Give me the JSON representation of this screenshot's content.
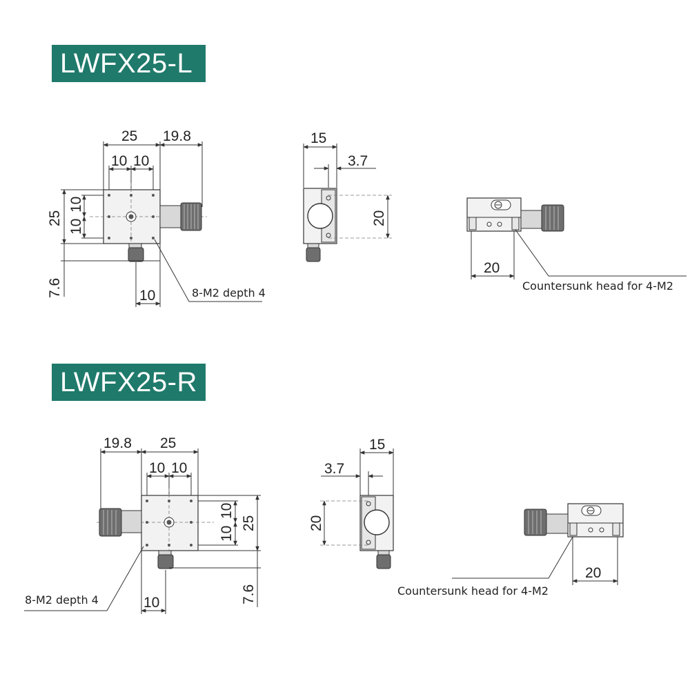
{
  "left_model": {
    "title": "LWFX25-L",
    "top_view": {
      "dim_25_width": "25",
      "dim_19_8": "19.8",
      "dim_10_a": "10",
      "dim_10_b": "10",
      "dim_25_height": "25",
      "dim_10_c": "10",
      "dim_10_d": "10",
      "dim_7_6": "7.6",
      "dim_10_bottom": "10",
      "hole_note": "8-M2 depth 4"
    },
    "side_view": {
      "dim_15": "15",
      "dim_3_7": "3.7",
      "dim_20": "20"
    },
    "front_view": {
      "dim_20": "20",
      "countersunk_note": "Countersunk head for 4-M2"
    }
  },
  "right_model": {
    "title": "LWFX25-R",
    "top_view": {
      "dim_19_8": "19.8",
      "dim_25_width": "25",
      "dim_10_a": "10",
      "dim_10_b": "10",
      "dim_10_c": "10",
      "dim_10_d": "10",
      "dim_25_height": "25",
      "dim_7_6": "7.6",
      "dim_10_bottom": "10",
      "hole_note": "8-M2 depth 4"
    },
    "side_view": {
      "dim_15": "15",
      "dim_3_7": "3.7",
      "dim_20": "20"
    },
    "front_view": {
      "dim_20": "20",
      "countersunk_note": "Countersunk head for 4-M2"
    }
  },
  "colors": {
    "banner": "#1f7a6b",
    "banner_text": "#ffffff",
    "line": "#333333"
  }
}
